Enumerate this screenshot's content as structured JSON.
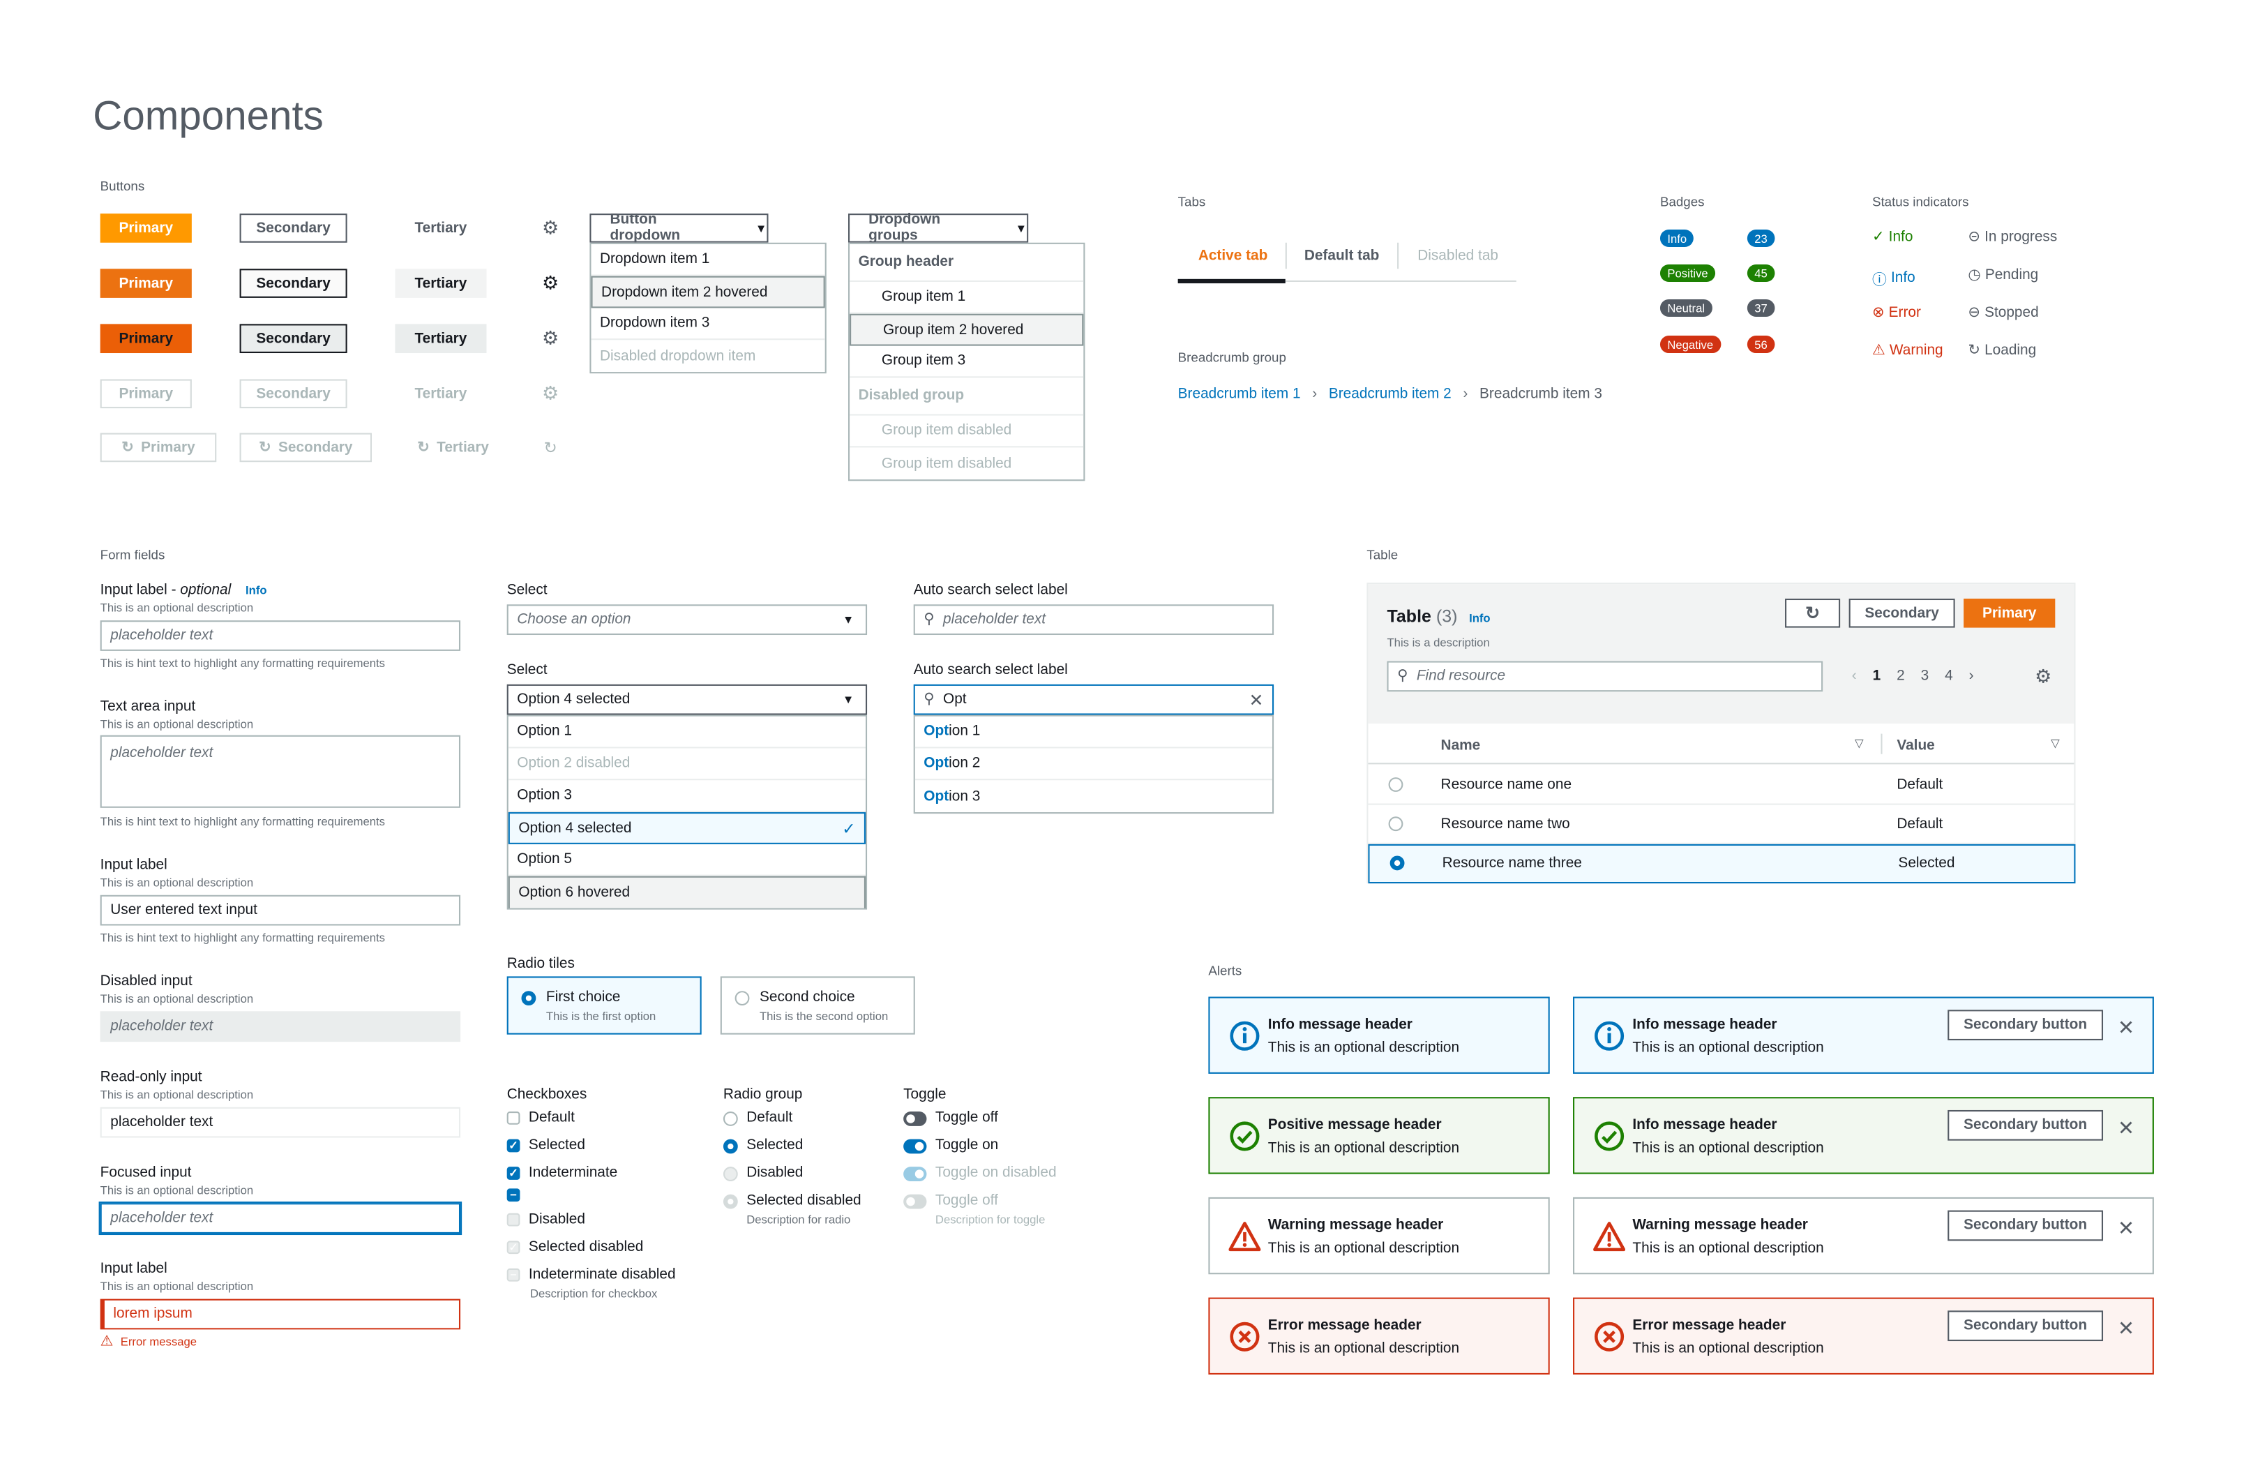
{
  "page_title": "Components",
  "buttons": {
    "section": "Buttons",
    "primary": "Primary",
    "secondary": "Secondary",
    "tertiary": "Tertiary"
  },
  "button_dropdown": {
    "label": "Button dropdown",
    "items": [
      "Dropdown item 1",
      "Dropdown item 2 hovered",
      "Dropdown item 3",
      "Disabled dropdown item"
    ]
  },
  "dropdown_groups": {
    "label": "Dropdown groups",
    "group_header": "Group header",
    "items": [
      "Group item 1",
      "Group item 2 hovered",
      "Group item 3"
    ],
    "disabled_group": "Disabled group",
    "disabled_items": [
      "Group item disabled",
      "Group item disabled"
    ]
  },
  "tabs": {
    "section": "Tabs",
    "active": "Active tab",
    "default": "Default tab",
    "disabled": "Disabled tab"
  },
  "breadcrumb": {
    "section": "Breadcrumb group",
    "items": [
      "Breadcrumb item 1",
      "Breadcrumb item 2",
      "Breadcrumb item 3"
    ]
  },
  "badges": {
    "section": "Badges",
    "items": [
      {
        "label": "Info",
        "count": "23",
        "color": "#0073bb"
      },
      {
        "label": "Positive",
        "count": "45",
        "color": "#1d8102"
      },
      {
        "label": "Neutral",
        "count": "37",
        "color": "#545b64"
      },
      {
        "label": "Negative",
        "count": "56",
        "color": "#d13212"
      }
    ]
  },
  "status": {
    "section": "Status indicators",
    "left": [
      "Info",
      "Info",
      "Error",
      "Warning"
    ],
    "right": [
      "In progress",
      "Pending",
      "Stopped",
      "Loading"
    ]
  },
  "form": {
    "section": "Form fields",
    "input1": {
      "label": "Input label",
      "optional": "optional",
      "info": "Info",
      "desc": "This is an optional description",
      "placeholder": "placeholder text",
      "hint": "This is hint text to highlight any formatting requirements"
    },
    "textarea": {
      "label": "Text area input",
      "desc": "This is an optional description",
      "placeholder": "placeholder text",
      "hint": "This is hint text to highlight any formatting requirements"
    },
    "input2": {
      "label": "Input label",
      "desc": "This is an optional description",
      "value": "User entered text input",
      "hint": "This is hint text to highlight any formatting requirements"
    },
    "disabled": {
      "label": "Disabled input",
      "desc": "This is an optional description",
      "placeholder": "placeholder text"
    },
    "readonly": {
      "label": "Read-only input",
      "desc": "This is an optional description",
      "value": "placeholder text"
    },
    "focused": {
      "label": "Focused input",
      "desc": "This is an optional description",
      "placeholder": "placeholder text"
    },
    "error": {
      "label": "Input label",
      "desc": "This is an optional description",
      "value": "lorem ipsum",
      "message": "Error message"
    }
  },
  "select1": {
    "label": "Select",
    "placeholder": "Choose an option"
  },
  "select2": {
    "label": "Select",
    "value": "Option 4 selected",
    "options": [
      "Option 1",
      "Option 2 disabled",
      "Option 3",
      "Option 4 selected",
      "Option 5",
      "Option 6 hovered"
    ]
  },
  "auto1": {
    "label": "Auto search select label",
    "placeholder": "placeholder text"
  },
  "auto2": {
    "label": "Auto search select label",
    "value": "Opt",
    "options": [
      {
        "match": "Opt",
        "rest": "ion 1"
      },
      {
        "match": "Opt",
        "rest": "ion 2"
      },
      {
        "match": "Opt",
        "rest": "ion 3"
      }
    ]
  },
  "radio_tiles": {
    "label": "Radio tiles",
    "first": {
      "title": "First choice",
      "desc": "This is the first option"
    },
    "second": {
      "title": "Second choice",
      "desc": "This is the second option"
    }
  },
  "checkboxes": {
    "label": "Checkboxes",
    "items": [
      "Default",
      "Selected",
      "Indeterminate",
      "Disabled",
      "Selected disabled",
      "Indeterminate disabled"
    ],
    "desc": "Description for checkbox"
  },
  "radio_group": {
    "label": "Radio group",
    "items": [
      "Default",
      "Selected",
      "Disabled",
      "Selected disabled"
    ],
    "desc": "Description for radio"
  },
  "toggle": {
    "label": "Toggle",
    "items": [
      "Toggle off",
      "Toggle on",
      "Toggle on disabled",
      "Toggle off"
    ],
    "desc": "Description for toggle"
  },
  "table": {
    "section": "Table",
    "title": "Table",
    "count": "(3)",
    "info": "Info",
    "desc": "This is a description",
    "secondary": "Secondary",
    "primary": "Primary",
    "search_placeholder": "Find resource",
    "pages": [
      "1",
      "2",
      "3",
      "4"
    ],
    "columns": [
      "Name",
      "Value"
    ],
    "rows": [
      {
        "name": "Resource name one",
        "value": "Default"
      },
      {
        "name": "Resource name two",
        "value": "Default"
      },
      {
        "name": "Resource name three",
        "value": "Selected"
      }
    ]
  },
  "alerts": {
    "section": "Alerts",
    "secondary_button": "Secondary button",
    "desc": "This is an optional description",
    "info_header": "Info message header",
    "positive_header": "Positive message header",
    "warning_header": "Warning message header",
    "error_header": "Error message header"
  }
}
